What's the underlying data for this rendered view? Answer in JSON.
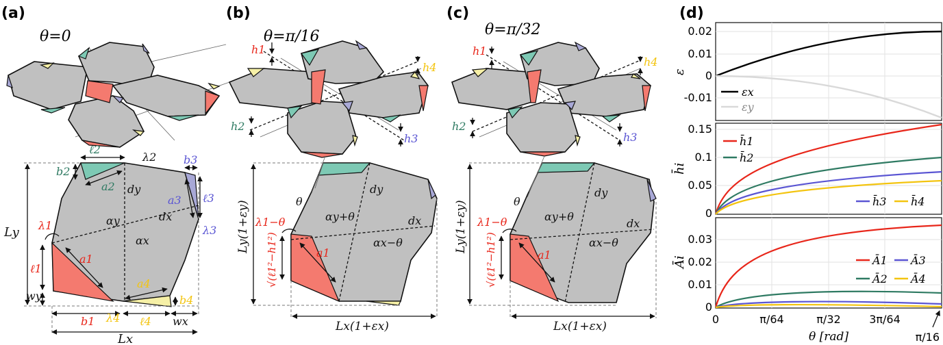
{
  "panels": {
    "a": {
      "tag": "(a)",
      "theta": "θ=0"
    },
    "b": {
      "tag": "(b)",
      "theta": "θ=π/16"
    },
    "c": {
      "tag": "(c)",
      "theta": "θ=π/32"
    },
    "d": {
      "tag": "(d)"
    }
  },
  "labels_a": {
    "l2": "ℓ2",
    "lambda2": "λ2",
    "b3": "b3",
    "b2": "b2",
    "a2": "a2",
    "dy": "dy",
    "a3": "a3",
    "l3": "ℓ3",
    "Ly": "Ly",
    "alpha_y": "αy",
    "dx": "dx",
    "lambda1": "λ1",
    "lambda3": "λ3",
    "alpha_x": "αx",
    "l1": "ℓ1",
    "a1": "a1",
    "a4": "a4",
    "wy": "wy",
    "b4": "b4",
    "b1": "b1",
    "lambda4": "λ4",
    "l4": "ℓ4",
    "wx": "wx",
    "Lx": "Lx"
  },
  "labels_b": {
    "h1": "h1",
    "h4": "h4",
    "h2": "h2",
    "h3": "h3",
    "Ly_eps": "Ly(1+εy)",
    "theta": "θ",
    "dy": "dy",
    "lambda1_theta": "λ1−θ",
    "alpha_y_theta": "αy+θ",
    "dx": "dx",
    "sqrt": "√(ℓ1²−h1²)",
    "alpha_x_theta": "αx−θ",
    "a1": "a1",
    "Lx_eps": "Lx(1+εx)"
  },
  "labels_c": {
    "h1": "h1",
    "h4": "h4",
    "h2": "h2",
    "h3": "h3",
    "Ly_eps": "Ly(1+εy)",
    "theta": "θ",
    "dy": "dy",
    "lambda1_theta": "λ1−θ",
    "alpha_y_theta": "αy+θ",
    "dx": "dx",
    "sqrt": "√(ℓ1²−h1²)",
    "alpha_x_theta": "αx−θ",
    "a1": "a1",
    "Lx_eps": "Lx(1+εx)"
  },
  "plot_d": {
    "top": {
      "ylabel": "ε",
      "yticks": [
        "0.02",
        "0.01",
        "0",
        "-0.01"
      ],
      "legend": [
        {
          "name": "εx",
          "color": "#000000"
        },
        {
          "name": "εy",
          "color": "#d9d9d9"
        }
      ]
    },
    "mid": {
      "ylabel": "h̄i",
      "yticks": [
        "0.15",
        "0.1",
        "0.05",
        "0"
      ],
      "legend": [
        {
          "name": "h̄1",
          "color": "#e8261a"
        },
        {
          "name": "h̄2",
          "color": "#2e7a62"
        },
        {
          "name": "h̄3",
          "color": "#5a55d3"
        },
        {
          "name": "h̄4",
          "color": "#f3c40f"
        }
      ]
    },
    "bot": {
      "ylabel": "Āi",
      "yticks": [
        "0.03",
        "0.02",
        "0.01",
        "0"
      ],
      "legend": [
        {
          "name": "Ā1",
          "color": "#e8261a"
        },
        {
          "name": "Ā3",
          "color": "#5a55d3"
        },
        {
          "name": "Ā2",
          "color": "#2e7a62"
        },
        {
          "name": "Ā4",
          "color": "#f3c40f"
        }
      ]
    },
    "xticks": [
      "0",
      "π/64",
      "π/32",
      "3π/64",
      "π/16"
    ],
    "xlabel": "θ [rad]"
  }
}
